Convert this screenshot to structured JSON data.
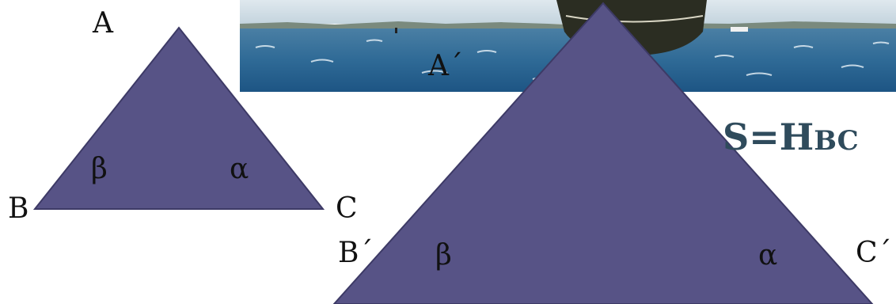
{
  "small_triangle": {
    "vertex_top": "A",
    "vertex_left": "B",
    "vertex_right": "C",
    "angle_left": "β",
    "angle_right": "α"
  },
  "large_triangle": {
    "vertex_top": "A´",
    "vertex_left": "B´",
    "vertex_right": "C´",
    "angle_left": "β",
    "angle_right": "α"
  },
  "formula": {
    "prefix": "S=H",
    "suffix": "BC"
  },
  "colors": {
    "triangle_fill": "#575386",
    "triangle_stroke": "#3d3a66",
    "formula": "#2f4b5c"
  },
  "photo": {
    "icon": "sea-boat-photo"
  }
}
